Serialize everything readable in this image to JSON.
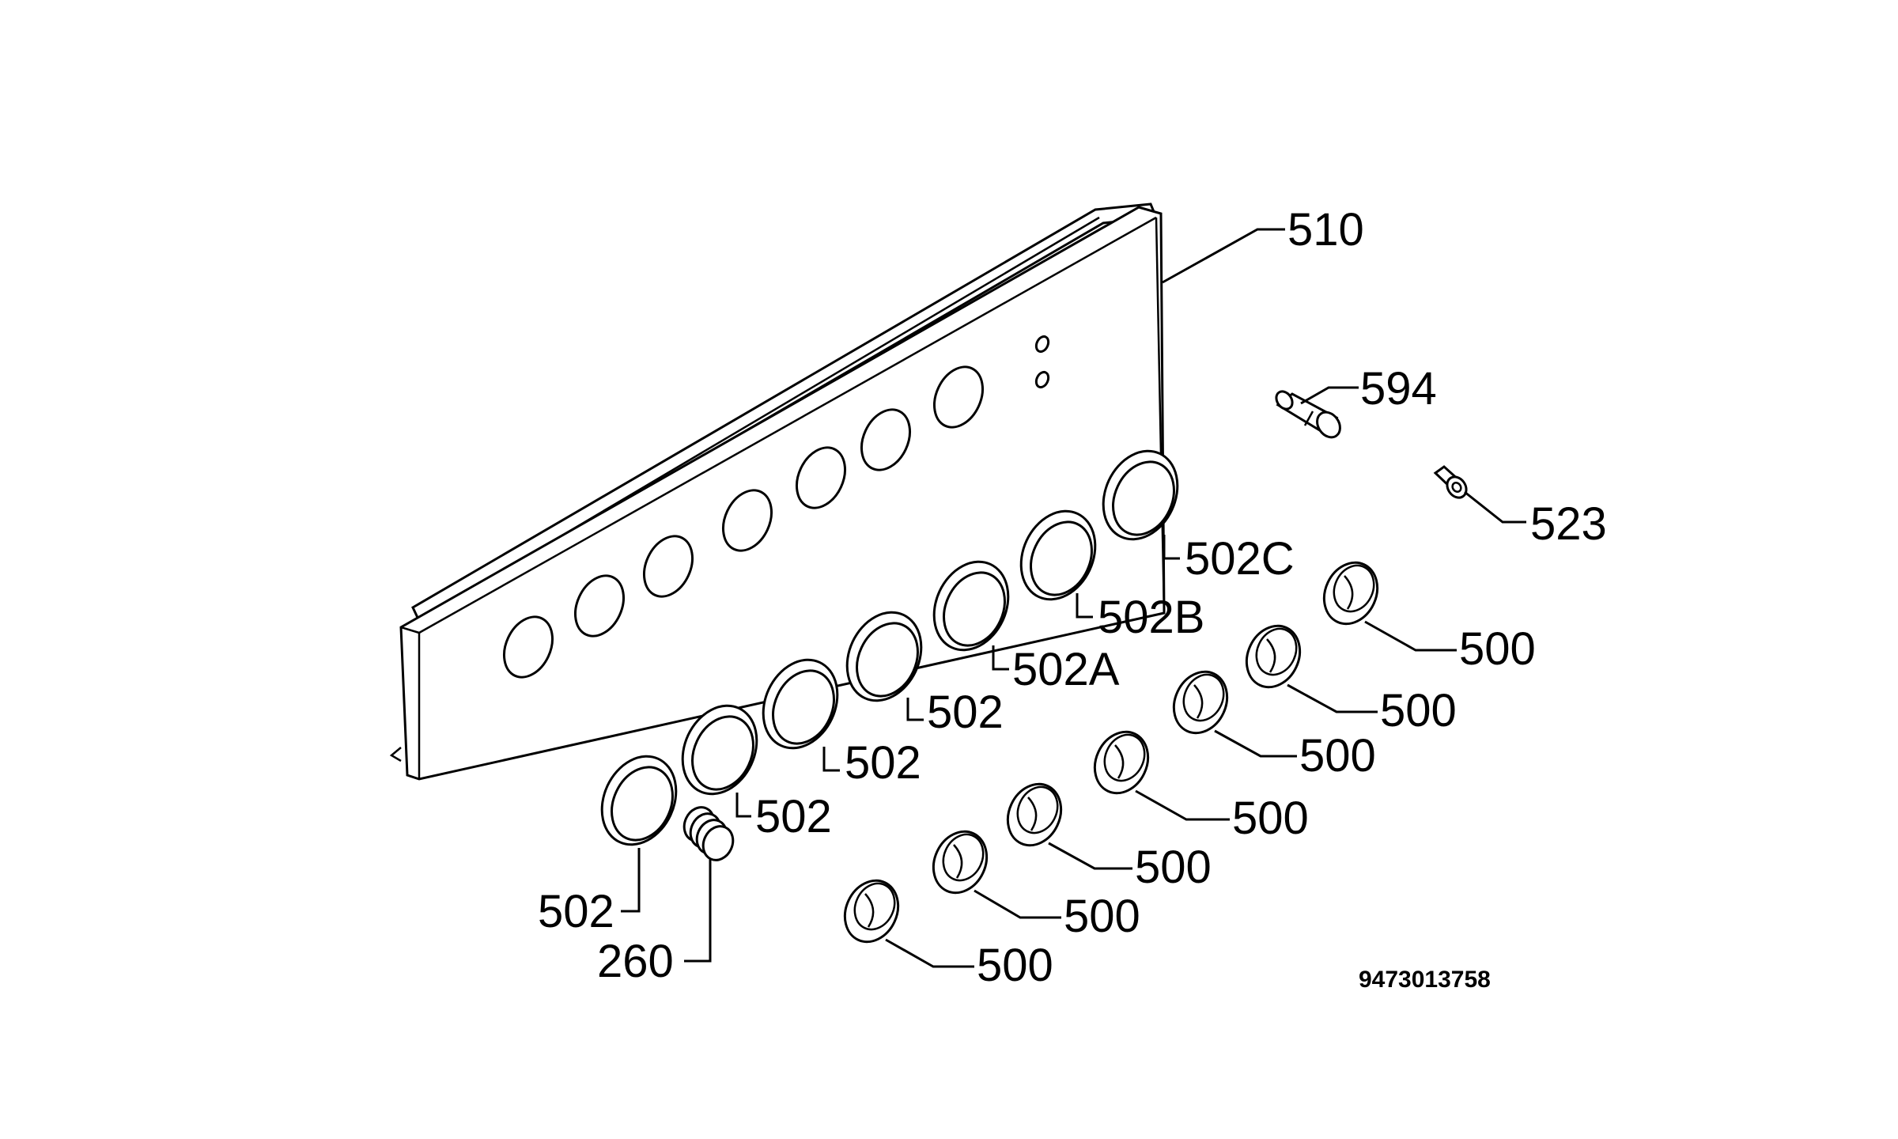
{
  "labels": {
    "panel": "510",
    "ring_1": "502",
    "ring_2": "502",
    "ring_3": "502",
    "ring_4": "502",
    "ring_5": "502A",
    "ring_6": "502B",
    "ring_7": "502C",
    "spring": "260",
    "knob_1": "500",
    "knob_2": "500",
    "knob_3": "500",
    "knob_4": "500",
    "knob_5": "500",
    "knob_6": "500",
    "knob_7": "500",
    "pin": "594",
    "screw": "523"
  },
  "drawing_code": "9473013758",
  "colors": {
    "line": "#000000",
    "background": "#ffffff"
  }
}
